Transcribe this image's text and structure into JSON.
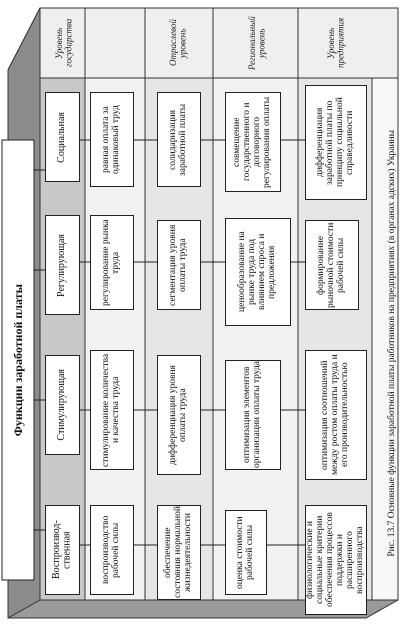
{
  "title": "Функции заработной платы",
  "functions": [
    "Социальная",
    "Регулирующая",
    "Стимулирующая",
    "Воспроизвод-ственная"
  ],
  "levels": [
    "Уровень государства",
    "Отраслевой уровень",
    "Региональный уровень",
    "Уровень предприятия"
  ],
  "cells": {
    "state": [
      "равная оплата за одинаковый труд",
      "регулирование рынка труда",
      "стимулирование количества и качества труда",
      "воспроизводство рабочей силы"
    ],
    "branch": [
      "солидаризация заработной платы",
      "сегментация уровня оплаты труда",
      "дифференциация уровня оплаты труда",
      "обеспечение состояния нормальной жизнедеятельности"
    ],
    "regional": [
      "совмещение государственного и договорного регулирования оплаты",
      "ценообразование на рынке труда под влиянием спроса и предложения",
      "оптимизация элементов организации оплаты труда",
      "оценка стоимости рабочей силы"
    ],
    "enterprise": [
      "дифференциация заработной платы по принципу социальной справедливости",
      "формирование рыночной стоимости рабочей силы",
      "оптимизация соотношений между ростом оплаты труда и его производительностью",
      "физиологические и социальные критерии обеспечения процессов поддержки и расширенного воспроизводства"
    ]
  },
  "caption": "Рис. 13.7 Основные функции заработной платы работников на предприятиях (в органах адских) Украины"
}
